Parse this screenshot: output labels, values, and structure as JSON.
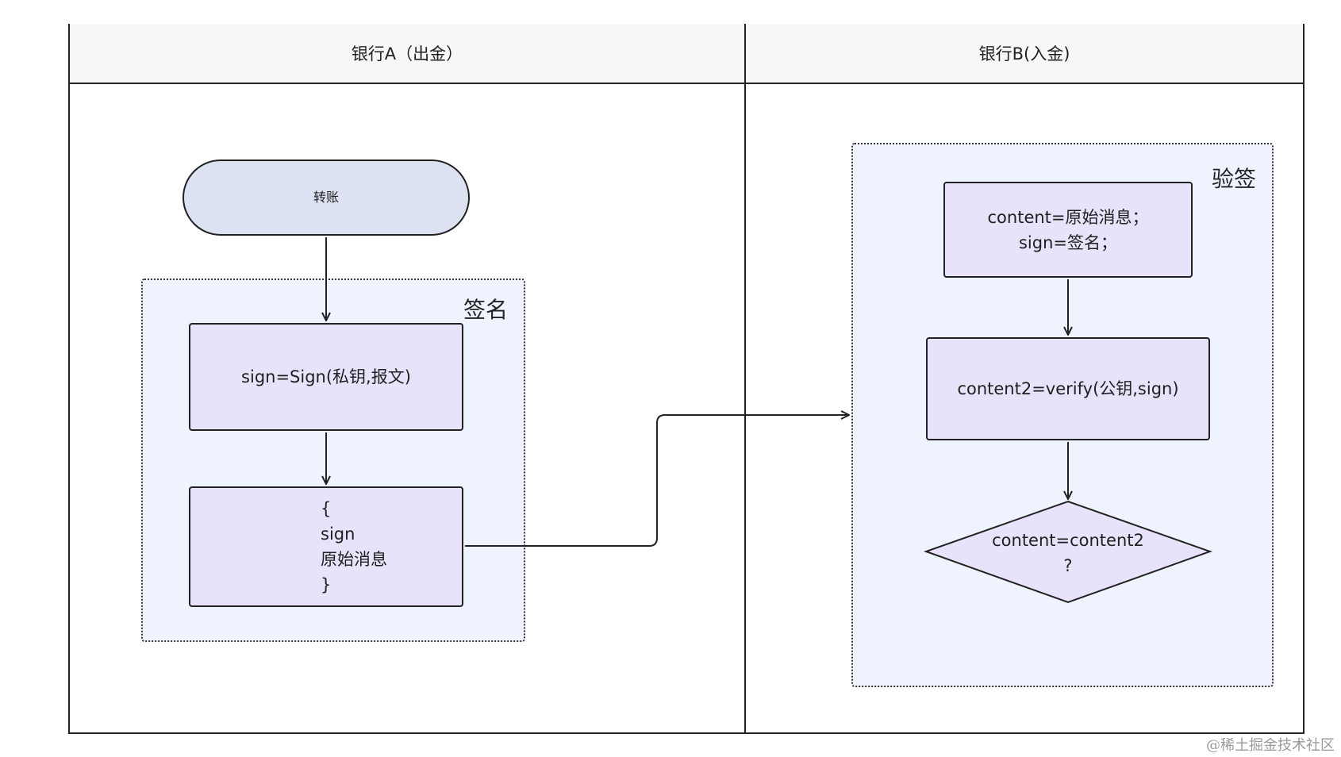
{
  "lanes": [
    {
      "title": "银行A（出金）"
    },
    {
      "title": "银行B(入金)"
    }
  ],
  "groups": {
    "sign": {
      "label": "签名"
    },
    "verify": {
      "label": "验签"
    }
  },
  "nodes": {
    "transfer": {
      "label": "转账",
      "shape": "terminal"
    },
    "sign_step": {
      "label": "sign=Sign(私钥,报文)"
    },
    "packet": {
      "lines": [
        "{",
        "sign",
        "原始消息",
        "}"
      ]
    },
    "assign": {
      "lines": [
        "content=原始消息；",
        "sign=签名；"
      ]
    },
    "verify_step": {
      "label": "content2=verify(公钥,sign)"
    },
    "decision": {
      "lines": [
        "content=content2",
        "?"
      ],
      "shape": "diamond"
    }
  },
  "edges": [
    {
      "from": "transfer",
      "to": "sign_step"
    },
    {
      "from": "sign_step",
      "to": "packet"
    },
    {
      "from": "packet",
      "to": "verify group"
    },
    {
      "from": "assign",
      "to": "verify_step"
    },
    {
      "from": "verify_step",
      "to": "decision"
    }
  ],
  "colors": {
    "node_fill": "#e8e3fa",
    "terminal_fill": "#dde2f2",
    "group_fill": "#eff3fd",
    "header_fill": "#f7f7f7",
    "stroke": "#222222"
  },
  "watermark": "@稀土掘金技术社区"
}
